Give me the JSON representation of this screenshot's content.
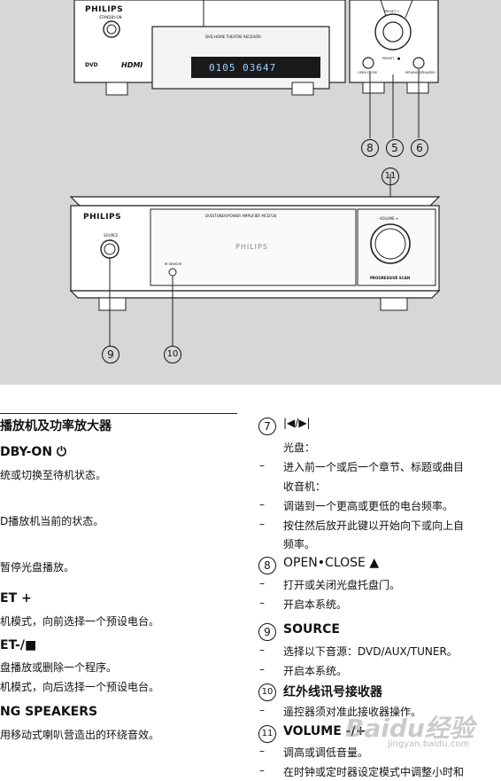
{
  "illustration": {
    "brand_top": "PHILIPS",
    "standby_label": "STANDBY-ON",
    "dvd_label": "DVD",
    "hdmi_label": "HDMI",
    "player_caption": "DVD HOME THEATRE RECEIVER",
    "display_digits": "0105 03647",
    "open_close_label": "OPEN CLOSE",
    "preset_label": "PRESET - ■",
    "moving_speakers_label": "MOVING SPEAKERS",
    "preset_plus": "PRESET +",
    "amp_brand": "PHILIPS",
    "amp_caption": "DVD/TUNER/POWER AMPLIFIER MCD728",
    "amp_center_brand": "PHILIPS",
    "source_label": "SOURCE",
    "ir_label": "IR SENSOR",
    "volume_label": "- VOLUME +",
    "progressive_label": "PROGRESSIVE SCAN",
    "callouts": [
      "8",
      "5",
      "6",
      "11",
      "9",
      "10"
    ]
  },
  "left": {
    "heading": "播放机及功率放大器",
    "items": [
      {
        "title": "DBY-ON ⏻",
        "lines": [
          "统或切换至待机状态。"
        ]
      },
      {
        "title": "",
        "lines": [
          "D播放机当前的状态。"
        ]
      },
      {
        "title": "",
        "lines": [
          "暂停光盘播放。"
        ]
      },
      {
        "title": "ET +",
        "lines": [
          "机模式，向前选择一个预设电台。"
        ]
      },
      {
        "title": "ET-/■",
        "lines": [
          "盘播放或删除一个程序。",
          "机模式，向后选择一个预设电台。"
        ]
      },
      {
        "title": "NG SPEAKERS",
        "lines": [
          "用移动式喇叭营造出的环绕音效。"
        ]
      }
    ]
  },
  "right": {
    "item7": {
      "num": "7",
      "title": "|◀/▶|",
      "sub1": "光盘：",
      "l1": "进入前一个或后一个章节、标题或曲目",
      "sub2": "收音机：",
      "l2": "调谐到一个更高或更低的电台频率。",
      "l3a": "按住然后放开此键以开始向下或向上自",
      "l3b": "频率。"
    },
    "item8": {
      "num": "8",
      "title": "OPEN•CLOSE ▲",
      "l1": "打开或关闭光盘托盘门。",
      "l2": "开启本系统。"
    },
    "item9": {
      "num": "9",
      "title": "SOURCE",
      "l1": "选择以下音源：DVD/AUX/TUNER。",
      "l2": "开启本系统。"
    },
    "item10": {
      "num": "10",
      "title": "红外线讯号接收器",
      "l1": "遥控器须对准此接收器操作。"
    },
    "item11": {
      "num": "11",
      "title": "VOLUME -/+",
      "l1": "调高或调低音量。",
      "l2": "在时钟或定时器设定模式中调整小时和"
    },
    "dash": "–"
  },
  "watermark": {
    "main": "Baidu经验",
    "sub": "jingyan.baidu.com"
  }
}
